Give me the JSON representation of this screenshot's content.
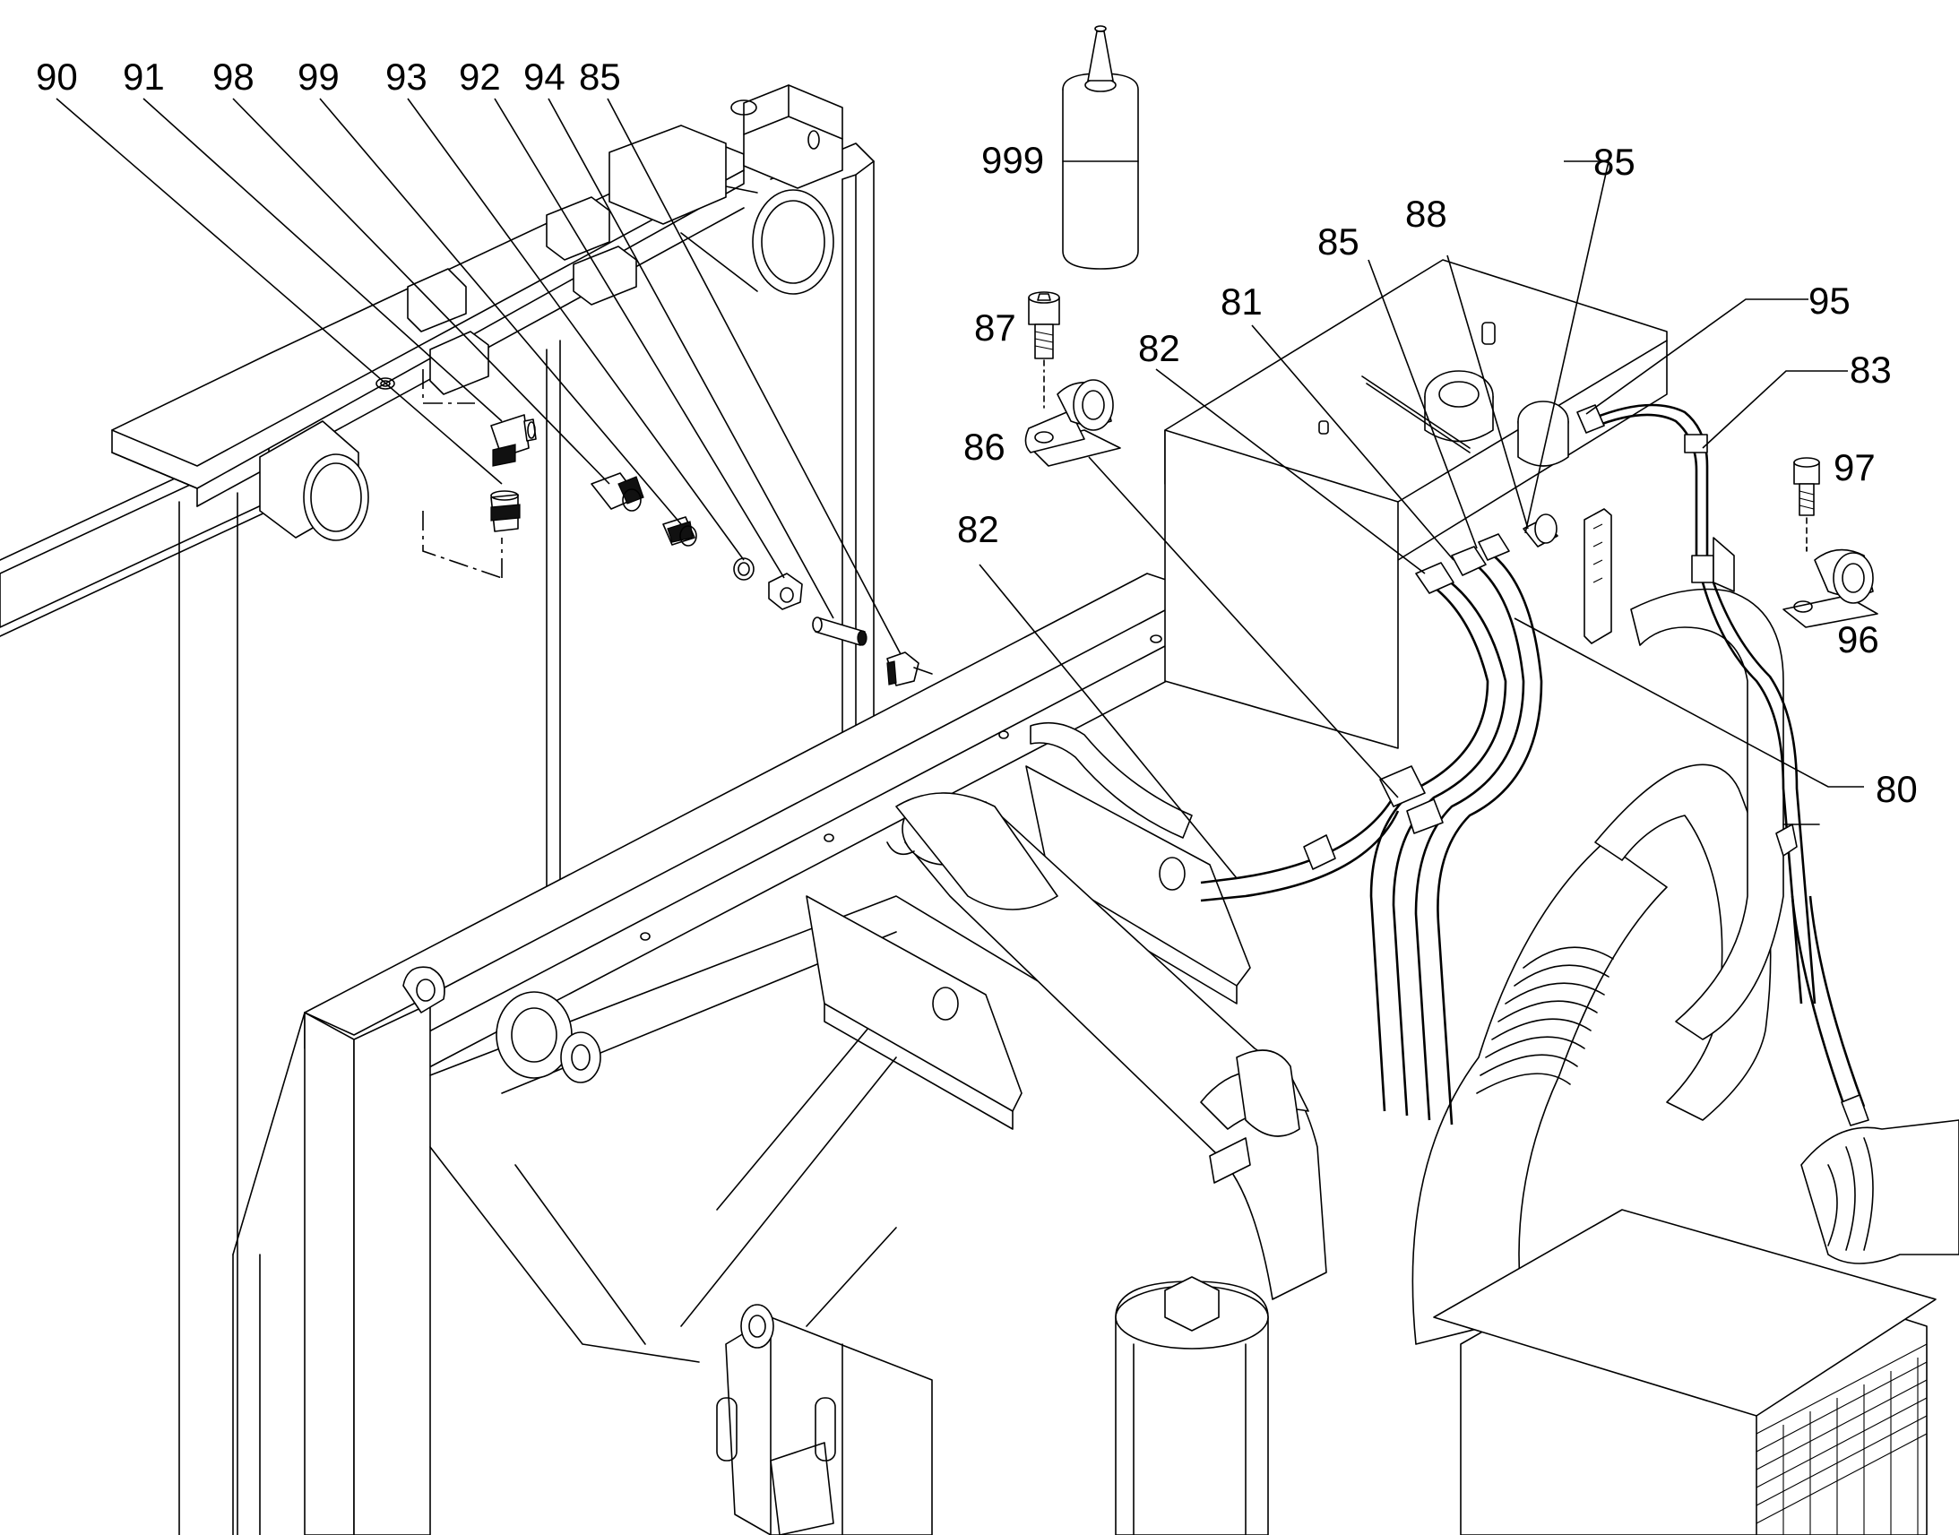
{
  "diagram": {
    "callouts": [
      {
        "id": "c90a",
        "text": "90"
      },
      {
        "id": "c91a",
        "text": "91"
      },
      {
        "id": "c98a",
        "text": "98"
      },
      {
        "id": "c99a",
        "text": "99"
      },
      {
        "id": "c93a",
        "text": "93"
      },
      {
        "id": "c92a",
        "text": "92"
      },
      {
        "id": "c94a",
        "text": "94"
      },
      {
        "id": "c85a",
        "text": "85"
      },
      {
        "id": "c999",
        "text": "999"
      },
      {
        "id": "c85b",
        "text": "85"
      },
      {
        "id": "c85c",
        "text": "85"
      },
      {
        "id": "c88",
        "text": "88"
      },
      {
        "id": "c87",
        "text": "87"
      },
      {
        "id": "c81",
        "text": "81"
      },
      {
        "id": "c82a",
        "text": "82"
      },
      {
        "id": "c95",
        "text": "95"
      },
      {
        "id": "c83",
        "text": "83"
      },
      {
        "id": "c86",
        "text": "86"
      },
      {
        "id": "c97",
        "text": "97"
      },
      {
        "id": "c96",
        "text": "96"
      },
      {
        "id": "c82b",
        "text": "82"
      },
      {
        "id": "c80",
        "text": "80"
      }
    ]
  },
  "colors": {
    "line": "#000000",
    "background": "#ffffff",
    "shade": "#e9e9e9"
  }
}
